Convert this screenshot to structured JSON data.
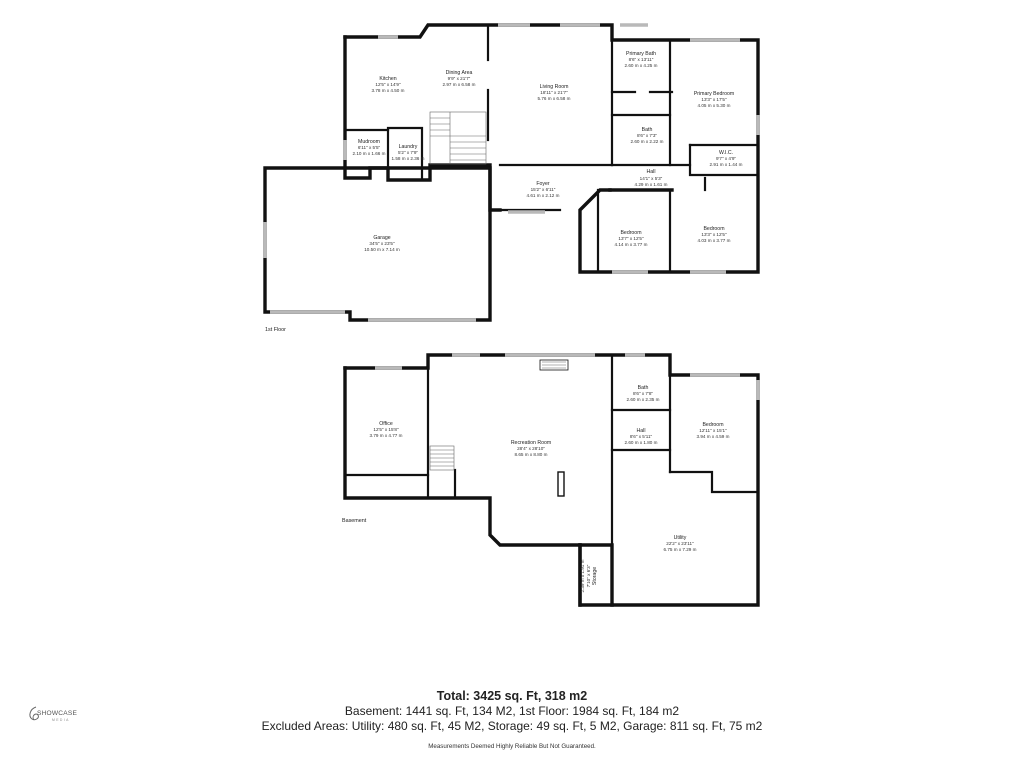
{
  "floors": [
    {
      "label": "1st Floor",
      "rooms": [
        {
          "name": "Kitchen",
          "imperial": "12'5\" x 14'9\"",
          "metric": "3.78 m x 4.50 m"
        },
        {
          "name": "Dining Area",
          "imperial": "9'9\" x 21'7\"",
          "metric": "2.97 m x 6.58 m"
        },
        {
          "name": "Living Room",
          "imperial": "18'11\" x 21'7\"",
          "metric": "5.76 m x 6.58 m"
        },
        {
          "name": "Primary Bath",
          "imperial": "8'6\" x 13'11\"",
          "metric": "2.60 m x 4.25 m"
        },
        {
          "name": "Primary Bedroom",
          "imperial": "13'3\" x 17'5\"",
          "metric": "4.05 m x 5.30 m"
        },
        {
          "name": "Bath",
          "imperial": "8'6\" x 7'3\"",
          "metric": "2.60 m x 2.22 m"
        },
        {
          "name": "W.I.C.",
          "imperial": "9'7\" x 4'9\"",
          "metric": "2.91 m x 1.44 m"
        },
        {
          "name": "Mudroom",
          "imperial": "6'11\" x 5'5\"",
          "metric": "2.10 m x 1.66 m"
        },
        {
          "name": "Laundry",
          "imperial": "5'2\" x 7'9\"",
          "metric": "1.58 m x 2.36 m"
        },
        {
          "name": "Hall",
          "imperial": "14'1\" x 5'3\"",
          "metric": "4.29 m x 1.61 m"
        },
        {
          "name": "Foyer",
          "imperial": "15'2\" x 6'11\"",
          "metric": "4.61 m x 2.12 m"
        },
        {
          "name": "Garage",
          "imperial": "34'5\" x 23'5\"",
          "metric": "10.50 m x 7.14 m"
        },
        {
          "name": "Bedroom",
          "imperial": "13'7\" x 12'5\"",
          "metric": "4.14 m x 3.77 m"
        },
        {
          "name": "Bedroom",
          "imperial": "13'3\" x 12'5\"",
          "metric": "4.03 m x 3.77 m"
        }
      ]
    },
    {
      "label": "Basement",
      "rooms": [
        {
          "name": "Office",
          "imperial": "12'5\" x 15'8\"",
          "metric": "3.79 m x 4.77 m"
        },
        {
          "name": "Recreation Room",
          "imperial": "28'4\" x 28'10\"",
          "metric": "8.65 m x 8.80 m"
        },
        {
          "name": "Bath",
          "imperial": "8'6\" x 7'8\"",
          "metric": "2.60 m x 2.35 m"
        },
        {
          "name": "Bedroom",
          "imperial": "12'11\" x 15'1\"",
          "metric": "3.94 m x 4.59 m"
        },
        {
          "name": "Hall",
          "imperial": "8'6\" x 5'11\"",
          "metric": "2.60 m x 1.80 m"
        },
        {
          "name": "Utility",
          "imperial": "22'2\" x 23'11\"",
          "metric": "6.75 m x 7.29 m"
        },
        {
          "name": "Storage",
          "imperial": "7'10\" x 6'3\"",
          "metric": "2.39 m x 1.91 m"
        }
      ]
    }
  ],
  "summary": {
    "total": "Total: 3425 sq. Ft, 318 m2",
    "line1": "Basement: 1441 sq. Ft, 134 M2, 1st Floor: 1984 sq. Ft, 184 m2",
    "line2": "Excluded Areas: Utility: 480 sq. Ft, 45 M2, Storage: 49 sq. Ft, 5 M2, Garage: 811 sq. Ft, 75 m2",
    "disclaimer": "Measurements Deemed Highly Reliable But Not Guaranteed."
  },
  "logo": {
    "text": "SHOWCASE",
    "sub": "MEDIA"
  }
}
